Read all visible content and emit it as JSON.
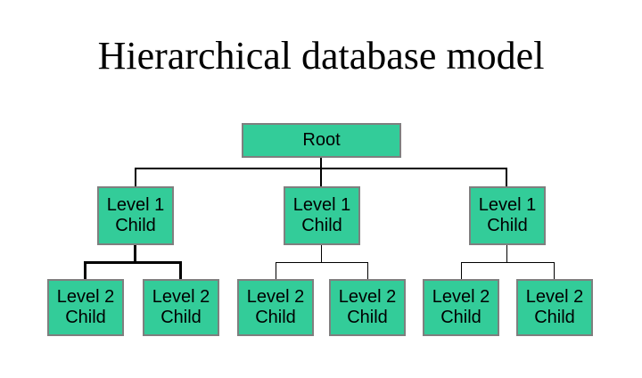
{
  "title": "Hierarchical database model",
  "colors": {
    "background": "#FFFFFF",
    "node_fill": "#33CC99",
    "node_border": "#7F7F7F",
    "connector": "#000000",
    "text": "#000000"
  },
  "nodes": {
    "root": {
      "label": "Root"
    },
    "level1": [
      {
        "label": "Level 1 Child"
      },
      {
        "label": "Level 1 Child"
      },
      {
        "label": "Level 1 Child"
      }
    ],
    "level2": [
      {
        "label": "Level 2 Child"
      },
      {
        "label": "Level 2 Child"
      },
      {
        "label": "Level 2 Child"
      },
      {
        "label": "Level 2 Child"
      },
      {
        "label": "Level 2 Child"
      },
      {
        "label": "Level 2 Child"
      }
    ]
  }
}
